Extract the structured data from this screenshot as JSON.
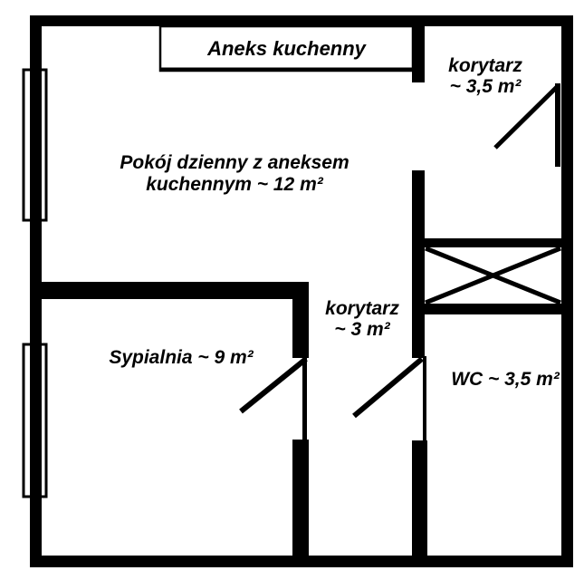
{
  "rooms": {
    "kitchen_annex": {
      "label": "Aneks kuchenny"
    },
    "living_room": {
      "line1": "Pokój dzienny z aneksem",
      "line2": "kuchennym ~ 12 m²"
    },
    "corridor_entry": {
      "line1": "korytarz",
      "line2": "~ 3,5 m²"
    },
    "corridor_inner": {
      "line1": "korytarz",
      "line2": "~ 3 m²"
    },
    "bedroom": {
      "label": "Sypialnia ~ 9 m²"
    },
    "wc": {
      "label": "WC ~ 3,5 m²"
    }
  },
  "colors": {
    "walls": "#000000",
    "background": "#ffffff",
    "text": "#000000"
  }
}
